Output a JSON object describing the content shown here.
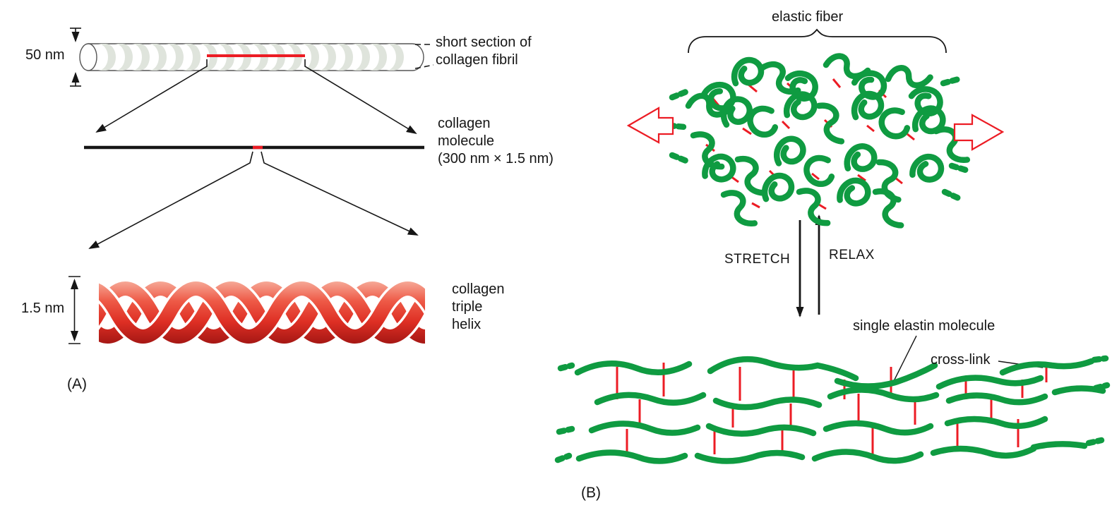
{
  "panel_a": {
    "label": "(A)",
    "fibril_diameter_label": "50 nm",
    "fibril_caption": [
      "short section of",
      "collagen fibril"
    ],
    "molecule_caption": [
      "collagen",
      "molecule",
      "(300 nm × 1.5 nm)"
    ],
    "helix_diameter_label": "1.5 nm",
    "helix_caption": [
      "collagen",
      "triple",
      "helix"
    ]
  },
  "panel_b": {
    "label": "(B)",
    "fiber_caption": "elastic fiber",
    "stretch_label": "STRETCH",
    "relax_label": "RELAX",
    "elastin_caption": "single elastin molecule",
    "crosslink_caption": "cross-link"
  },
  "colors": {
    "elastin_green": "#0f9b41",
    "link_red": "#ec1c24",
    "fibril_band": "#dfe4dc",
    "ink": "#161616"
  }
}
